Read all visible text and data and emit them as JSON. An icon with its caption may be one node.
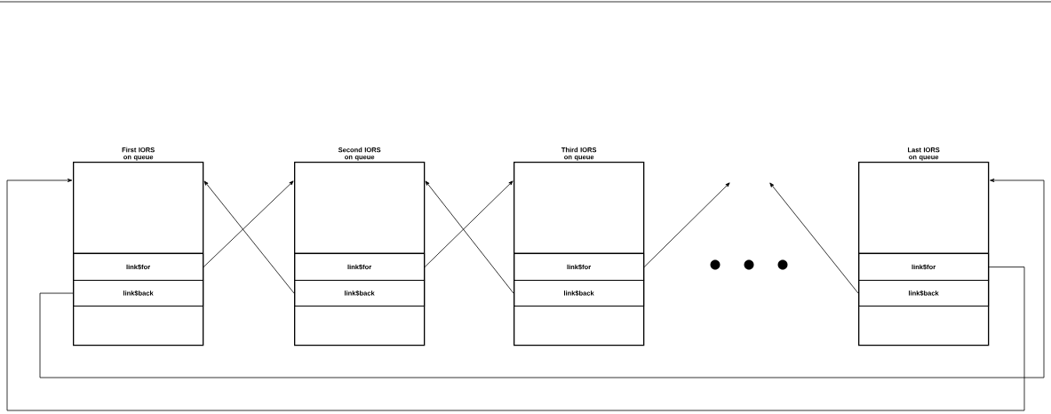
{
  "diagram": {
    "nodes": [
      {
        "text": [
          "First IORS on queue"
        ]
      },
      {
        "text": [
          "link$for"
        ],
        "in": 0
      },
      {
        "text": [
          "link$back"
        ],
        "in": 0
      },
      {
        "text": [
          "Second IORS on queue"
        ]
      },
      {
        "text": [
          "link$for"
        ],
        "in": 3
      },
      {
        "text": [
          "link$back"
        ],
        "in": 3
      },
      {
        "text": [
          "Third IORS on queue"
        ]
      },
      {
        "text": [
          "link$for"
        ],
        "in": 6
      },
      {
        "text": [
          "link$back"
        ],
        "in": 6
      },
      {
        "text": [
          "Last IORS on queue"
        ]
      },
      {
        "text": [
          "link$for"
        ],
        "in": 9
      },
      {
        "text": [
          "link$back"
        ],
        "in": 9
      }
    ],
    "edges": [
      {
        "from": 1,
        "to": 3,
        "arrow": "to"
      },
      {
        "from": 5,
        "to": 0,
        "arrow": "to"
      },
      {
        "from": 4,
        "to": 6,
        "arrow": "to"
      },
      {
        "from": 8,
        "to": 3,
        "arrow": "to"
      },
      {
        "from": 7,
        "to": null,
        "arrow": "to"
      },
      {
        "from": 11,
        "to": null,
        "arrow": "to"
      },
      {
        "from": 2,
        "to": 9,
        "arrow": "to"
      },
      {
        "from": 10,
        "to": 0,
        "arrow": "to"
      }
    ]
  }
}
